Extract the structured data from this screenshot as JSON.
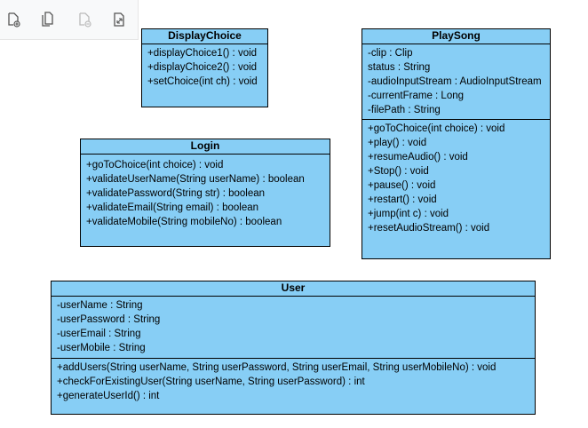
{
  "toolbar": {
    "tools": [
      {
        "icon": "add-page-icon",
        "enabled": true
      },
      {
        "icon": "duplicate-page-icon",
        "enabled": true
      },
      {
        "icon": "remove-page-icon",
        "enabled": false
      },
      {
        "icon": "fit-page-icon",
        "enabled": true
      }
    ]
  },
  "classes": {
    "display_choice": {
      "name": "DisplayChoice",
      "methods": [
        "+displayChoice1() : void",
        "+displayChoice2() : void",
        "+setChoice(int ch) : void"
      ]
    },
    "play_song": {
      "name": "PlaySong",
      "attributes": [
        "-clip : Clip",
        "status : String",
        "-audioInputStream : AudioInputStream",
        "-currentFrame : Long",
        "-filePath : String"
      ],
      "methods": [
        "+goToChoice(int choice) : void",
        "+play() : void",
        "+resumeAudio() : void",
        "+Stop() : void",
        "+pause() : void",
        "+restart() : void",
        "+jump(int c) : void",
        "+resetAudioStream() : void"
      ]
    },
    "login": {
      "name": "Login",
      "methods": [
        "+goToChoice(int choice) : void",
        "+validateUserName(String userName) : boolean",
        "+validatePassword(String str) : boolean",
        "+validateEmail(String email) : boolean",
        "+validateMobile(String mobileNo) : boolean"
      ]
    },
    "user": {
      "name": "User",
      "attributes": [
        "-userName : String",
        "-userPassword : String",
        "-userEmail : String",
        "-userMobile : String"
      ],
      "methods": [
        "+addUsers(String userName, String userPassword, String userEmail, String userMobileNo) : void",
        "+checkForExistingUser(String userName, String userPassword) : int",
        "+generateUserId() : int"
      ]
    }
  },
  "colors": {
    "class_fill": "#87cef5",
    "border": "#000000",
    "toolbar_bg": "#f8f9fa"
  }
}
